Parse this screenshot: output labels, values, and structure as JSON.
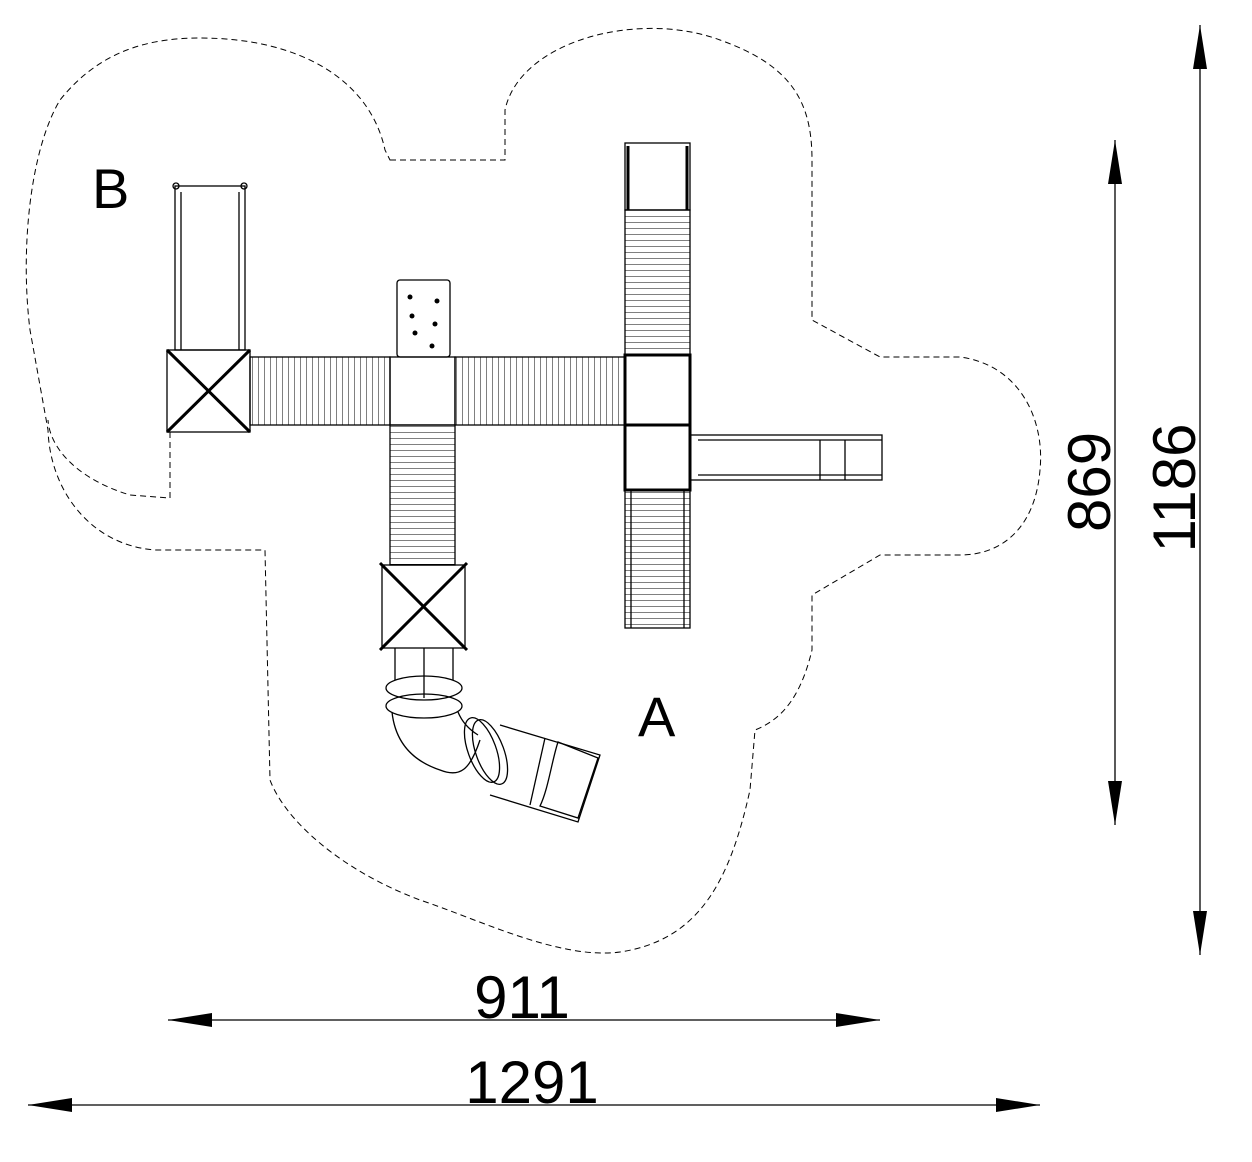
{
  "zones": {
    "a": "A",
    "b": "B"
  },
  "dimensions": {
    "inner_width": "911",
    "outer_width": "1291",
    "inner_height": "869",
    "outer_height": "1186"
  },
  "colors": {
    "line": "#000000",
    "background": "#ffffff"
  }
}
